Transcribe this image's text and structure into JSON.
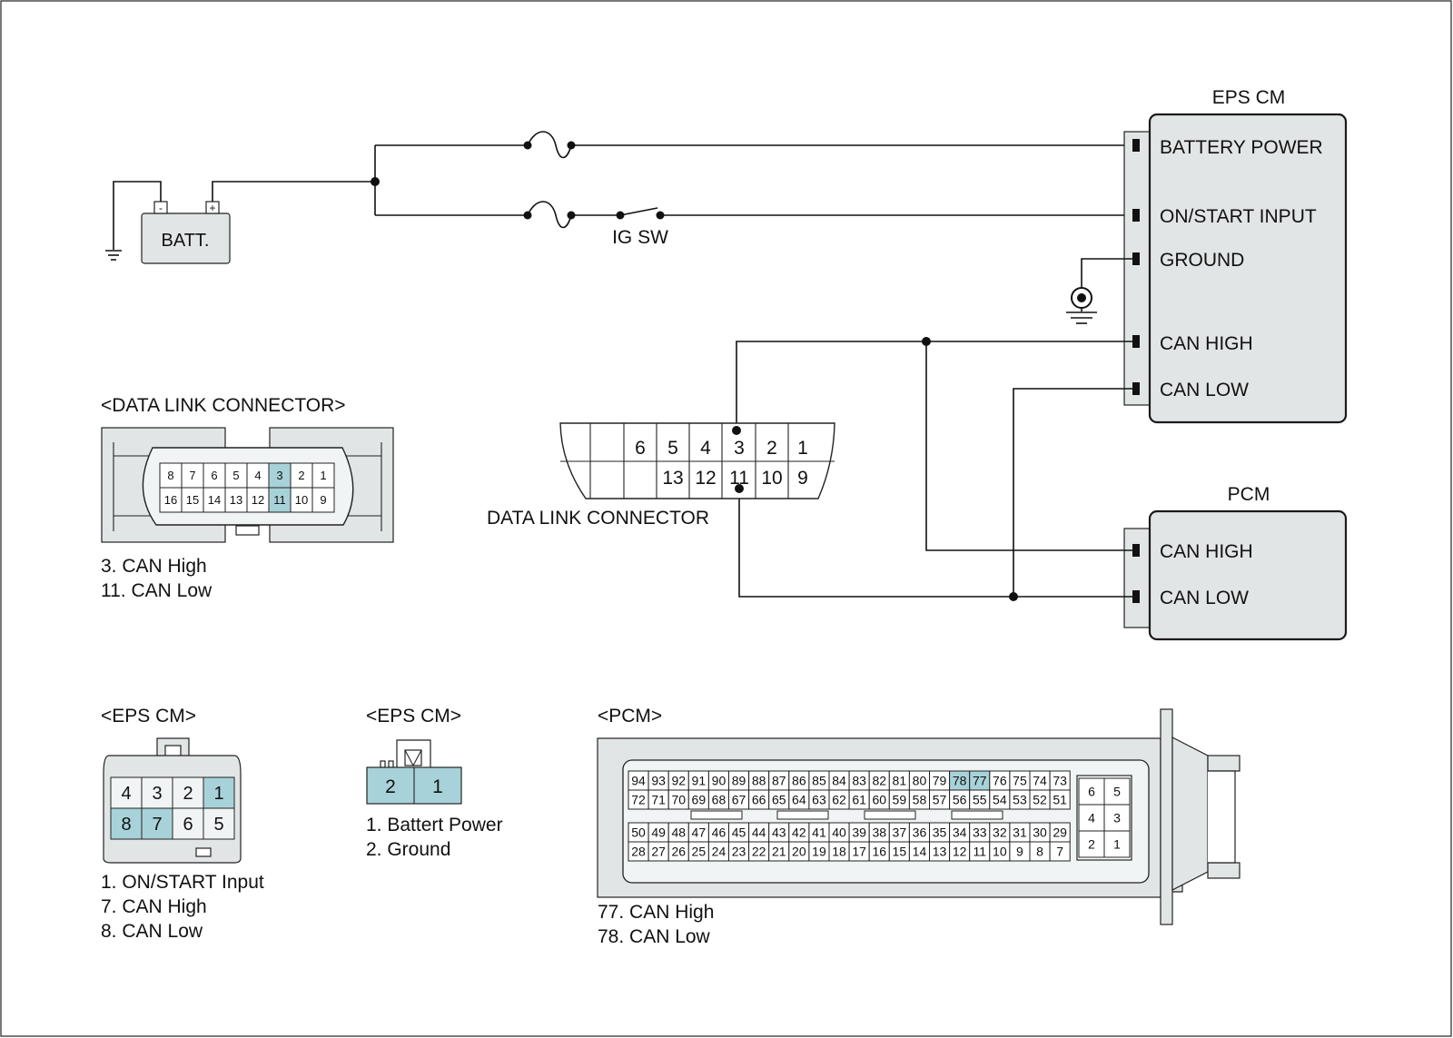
{
  "battery": {
    "label": "BATT.",
    "minus": "-",
    "plus": "+"
  },
  "ig_switch": {
    "label": "IG SW"
  },
  "eps_cm": {
    "title": "EPS CM",
    "pins": [
      "BATTERY POWER",
      "ON/START INPUT",
      "GROUND",
      "CAN HIGH",
      "CAN LOW"
    ]
  },
  "pcm": {
    "title": "PCM",
    "pins": [
      "CAN HIGH",
      "CAN LOW"
    ]
  },
  "dlc": {
    "label": "DATA LINK CONNECTOR",
    "top_row": [
      "6",
      "5",
      "4",
      "3",
      "2",
      "1"
    ],
    "bottom_row": [
      "13",
      "12",
      "11",
      "10",
      "9"
    ]
  },
  "dlc_view": {
    "title": "<DATA LINK CONNECTOR>",
    "top_row": [
      "8",
      "7",
      "6",
      "5",
      "4",
      "3",
      "2",
      "1"
    ],
    "bottom_row": [
      "16",
      "15",
      "14",
      "13",
      "12",
      "11",
      "10",
      "9"
    ],
    "highlight": [
      "3",
      "11"
    ],
    "legend": [
      "3. CAN High",
      "11. CAN Low"
    ]
  },
  "eps_view_a": {
    "title": "<EPS CM>",
    "top_row": [
      "4",
      "3",
      "2",
      "1"
    ],
    "bottom_row": [
      "8",
      "7",
      "6",
      "5"
    ],
    "highlight": [
      "1",
      "7",
      "8"
    ],
    "legend": [
      "1. ON/START Input",
      "7. CAN High",
      "8. CAN Low"
    ]
  },
  "eps_view_b": {
    "title": "<EPS CM>",
    "pins": [
      "2",
      "1"
    ],
    "legend": [
      "1. Battert Power",
      "2. Ground"
    ]
  },
  "pcm_view": {
    "title": "<PCM>",
    "rows": [
      [
        "94",
        "93",
        "92",
        "91",
        "90",
        "89",
        "88",
        "87",
        "86",
        "85",
        "84",
        "83",
        "82",
        "81",
        "80",
        "79",
        "78",
        "77",
        "76",
        "75",
        "74",
        "73"
      ],
      [
        "72",
        "71",
        "70",
        "69",
        "68",
        "67",
        "66",
        "65",
        "64",
        "63",
        "62",
        "61",
        "60",
        "59",
        "58",
        "57",
        "56",
        "55",
        "54",
        "53",
        "52",
        "51"
      ],
      [
        "50",
        "49",
        "48",
        "47",
        "46",
        "45",
        "44",
        "43",
        "42",
        "41",
        "40",
        "39",
        "38",
        "37",
        "36",
        "35",
        "34",
        "33",
        "32",
        "31",
        "30",
        "29"
      ],
      [
        "28",
        "27",
        "26",
        "25",
        "24",
        "23",
        "22",
        "21",
        "20",
        "19",
        "18",
        "17",
        "16",
        "15",
        "14",
        "13",
        "12",
        "11",
        "10",
        "9",
        "8",
        "7"
      ]
    ],
    "small_rows": [
      [
        "6",
        "5"
      ],
      [
        "4",
        "3"
      ],
      [
        "2",
        "1"
      ]
    ],
    "highlight": [
      "77",
      "78"
    ],
    "legend": [
      "77. CAN High",
      "78. CAN Low"
    ]
  },
  "colors": {
    "highlight": "#a8d2d9",
    "module_fill": "#e1e5e5",
    "line": "#111111"
  }
}
